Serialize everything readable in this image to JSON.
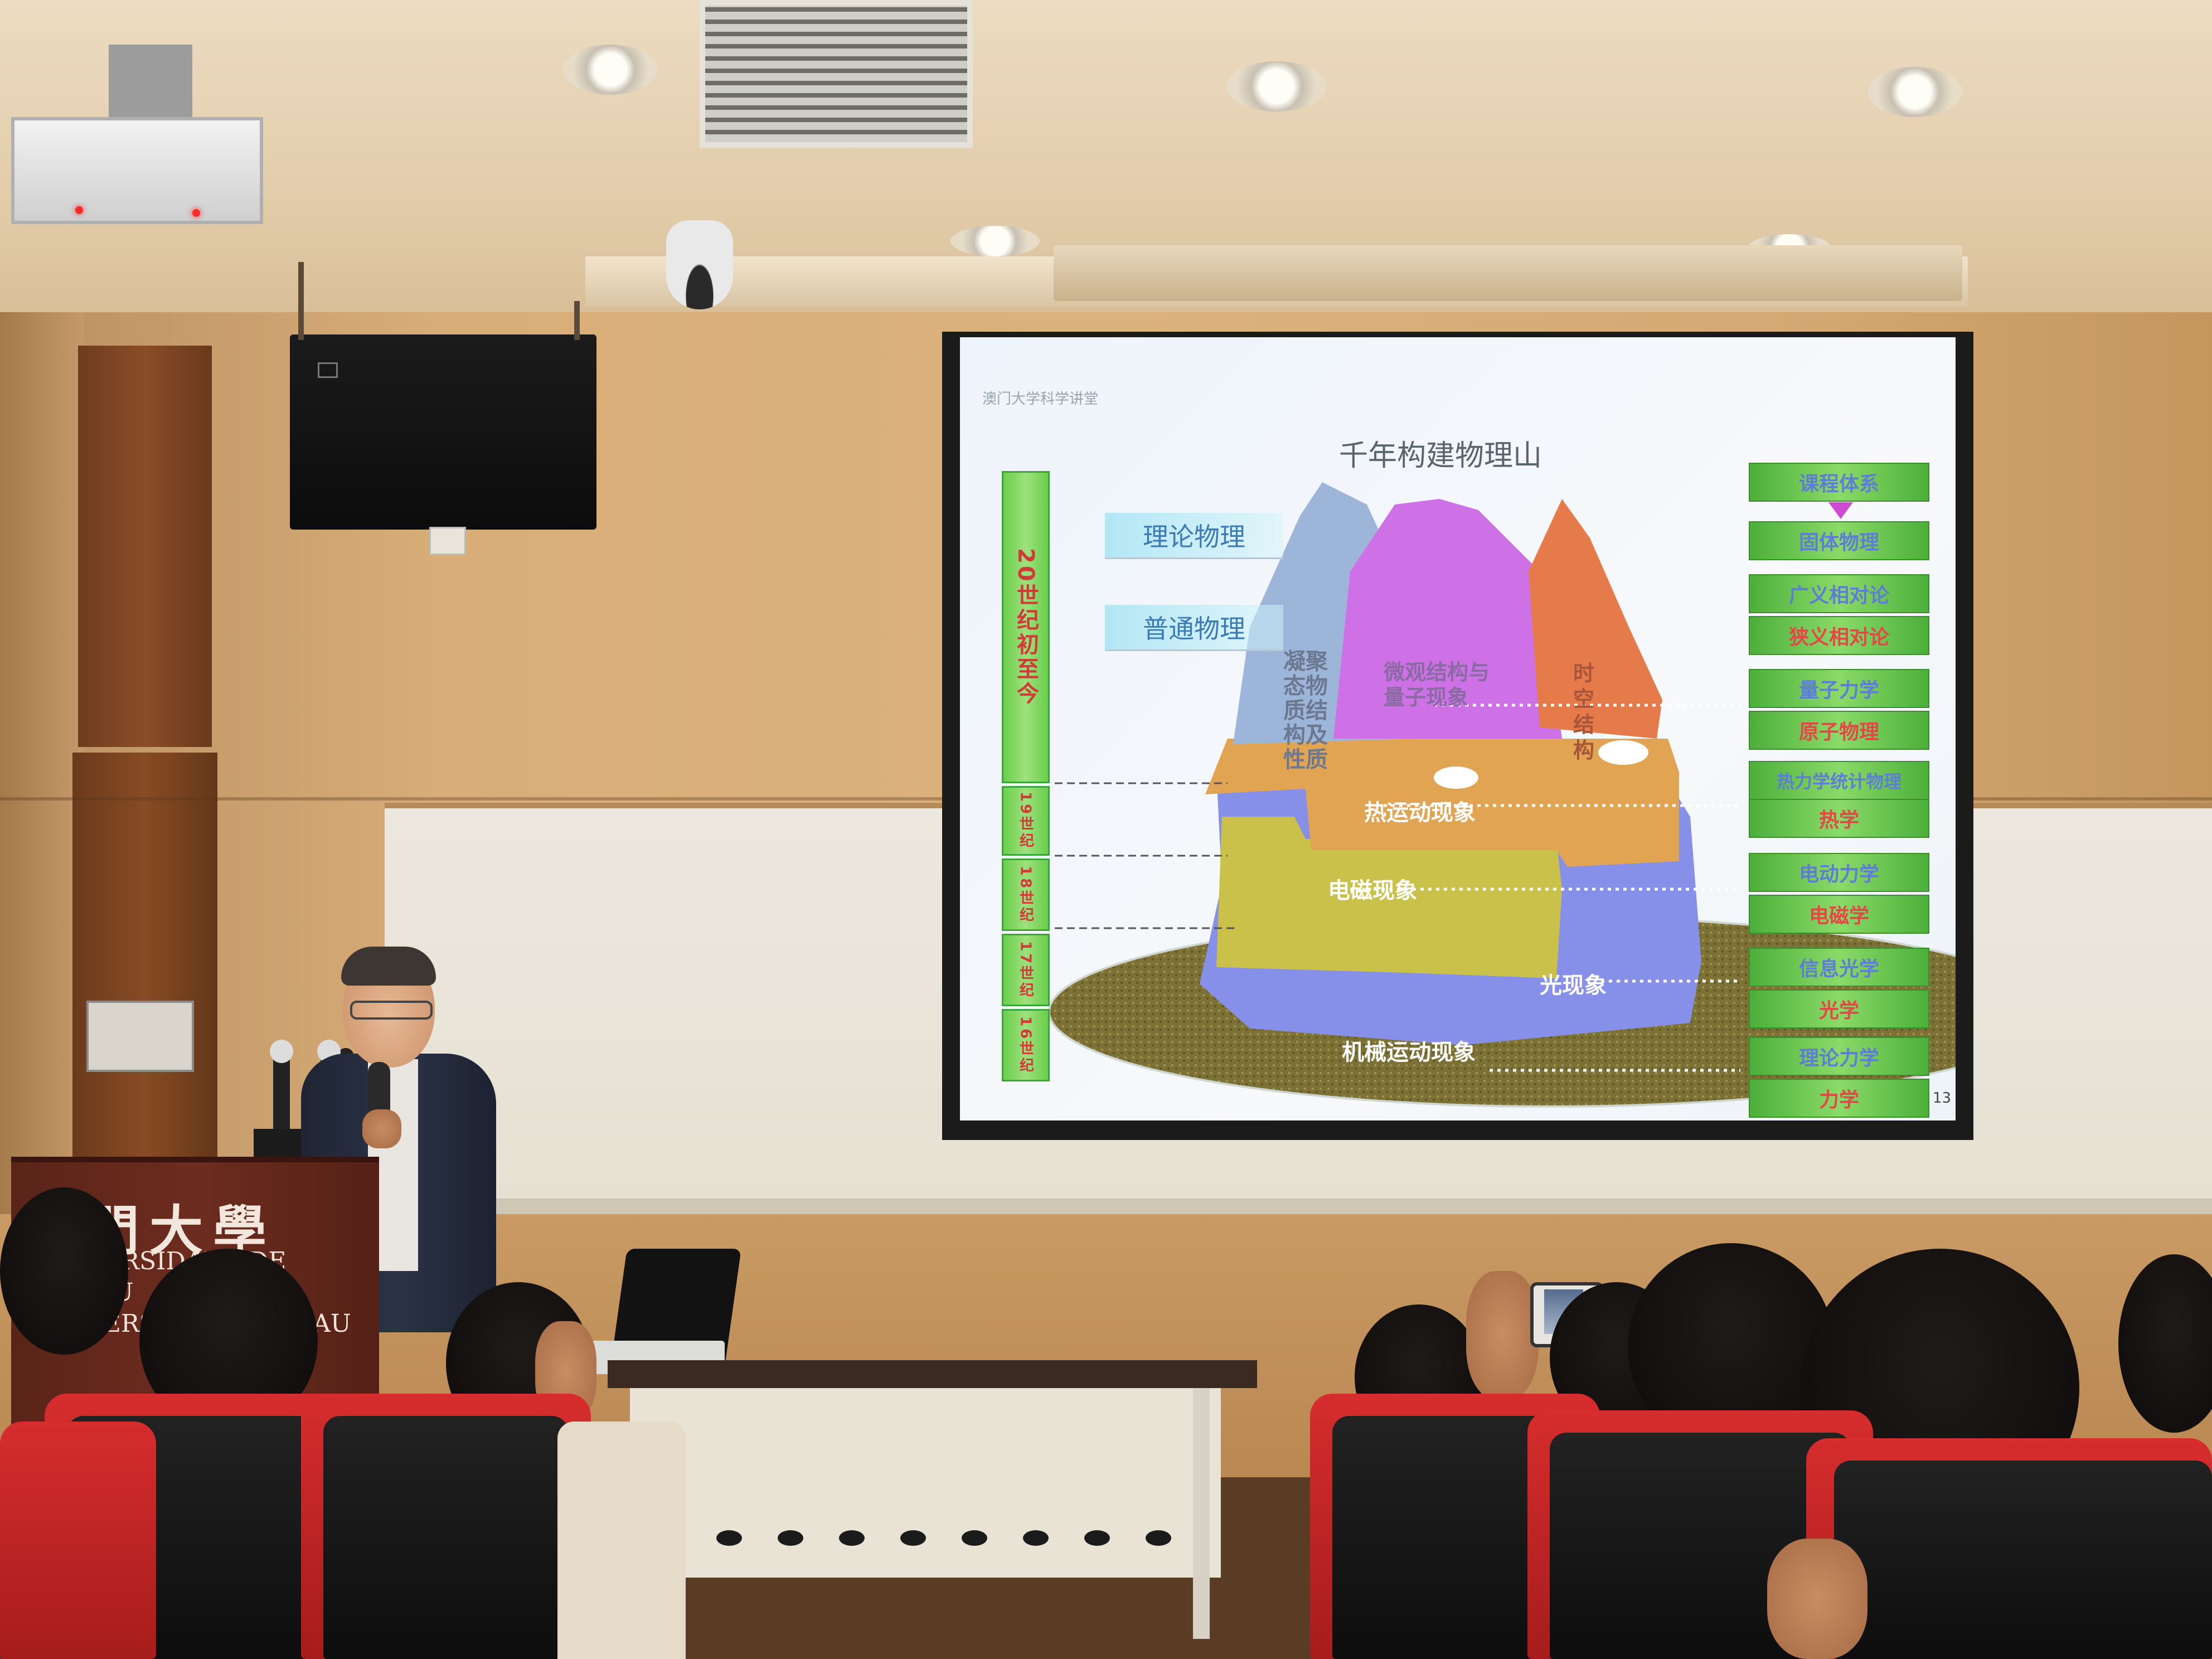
{
  "slide": {
    "header": "澳门大学科学讲堂",
    "title": "千年构建物理山",
    "page_number": "13",
    "labels": {
      "theoretical": "理论物理",
      "general": "普通物理"
    },
    "eras": [
      {
        "label": "20世纪初至今"
      },
      {
        "label": "19世纪"
      },
      {
        "label": "18世纪"
      },
      {
        "label": "17世纪"
      },
      {
        "label": "16世纪"
      }
    ],
    "mountain": {
      "condensed": "凝聚态物质结构及性质",
      "micro_line1": "微观结构与",
      "micro_line2": "量子现象",
      "spacetime": "时空结构",
      "thermal": "热运动现象",
      "electromagnetic": "电磁现象",
      "optical": "光现象",
      "mechanical": "机械运动现象"
    },
    "courses": [
      {
        "label": "课程体系"
      },
      {
        "label": "固体物理"
      },
      {
        "label": "广义相对论"
      },
      {
        "label": "狭义相对论"
      },
      {
        "label": "量子力学"
      },
      {
        "label": "原子物理"
      },
      {
        "label": "热力学统计物理"
      },
      {
        "label": "热学"
      },
      {
        "label": "电动力学"
      },
      {
        "label": "电磁学"
      },
      {
        "label": "信息光学"
      },
      {
        "label": "光学"
      },
      {
        "label": "理论力学"
      },
      {
        "label": "力学"
      }
    ]
  },
  "podium": {
    "name_cn": "澳門大學",
    "name_pt": "UNIVERSIDADE DE MACAU",
    "name_en": "UNIVERSITY OF MACAU"
  },
  "colors": {
    "slide_bg": "#f3f7fb",
    "course_box": "#7fd05e",
    "course_text": "#e64646",
    "era_box": "#8fd96f",
    "mountain_thermal": "#e0a352",
    "mountain_em": "#c8c24a",
    "mountain_optical": "#8a8ee8",
    "mountain_micro": "#cf72e6",
    "mountain_condensed": "#9fb4d8",
    "mountain_spacetime": "#e57a4a",
    "ground": "#8a7d3c"
  }
}
